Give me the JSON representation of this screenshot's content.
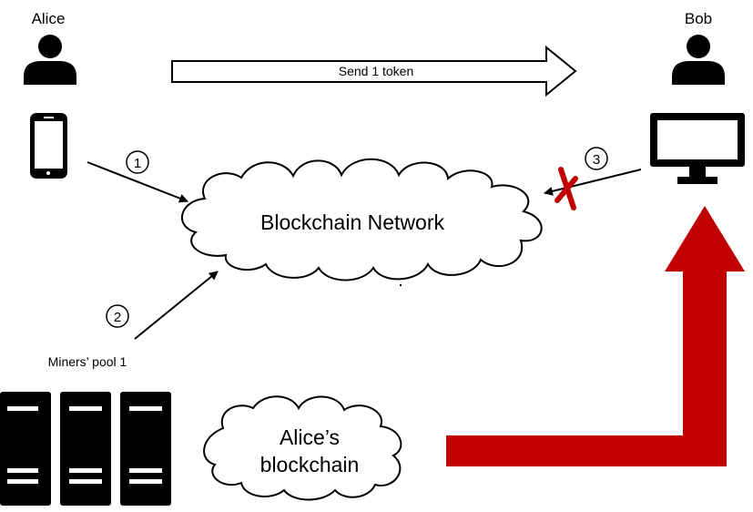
{
  "actors": {
    "alice": "Alice",
    "bob": "Bob"
  },
  "arrows": {
    "send_label": "Send 1 token"
  },
  "network": {
    "label": "Blockchain Network"
  },
  "fork": {
    "line1": "Alice’s",
    "line2": "blockchain"
  },
  "miners": {
    "label": "Miners’ pool 1"
  },
  "steps": [
    "1",
    "2",
    "3"
  ],
  "colors": {
    "fork_arrow": "#c00000",
    "reject_mark": "#c00000",
    "ink": "#000000"
  },
  "icons": [
    "person-icon",
    "phone-icon",
    "monitor-icon",
    "server-icon",
    "cloud-icon",
    "reject-x-icon"
  ]
}
